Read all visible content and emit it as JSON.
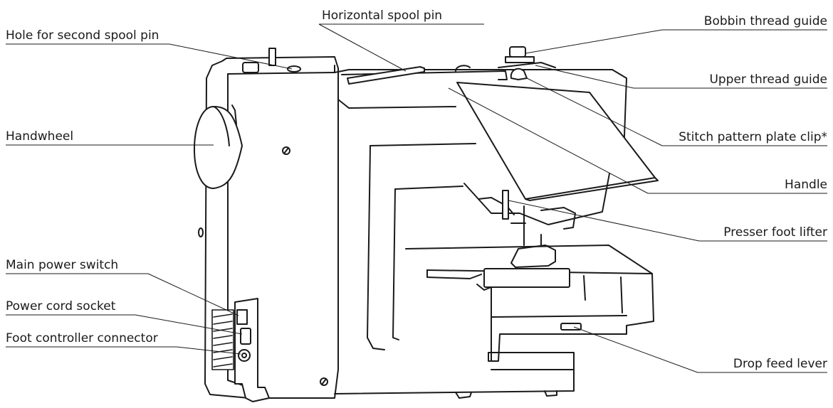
{
  "labels": {
    "hole_second_spool_pin": "Hole for second spool pin",
    "horizontal_spool_pin": "Horizontal spool pin",
    "bobbin_thread_guide": "Bobbin thread guide",
    "upper_thread_guide": "Upper thread guide",
    "handwheel": "Handwheel",
    "stitch_pattern_plate_clip": "Stitch pattern plate clip*",
    "handle": "Handle",
    "presser_foot_lifter": "Presser foot lifter",
    "main_power_switch": "Main power switch",
    "power_cord_socket": "Power cord socket",
    "foot_controller_connector": "Foot controller connector",
    "drop_feed_lever": "Drop feed lever"
  },
  "colors": {
    "line": "#1a1a1a",
    "machine_fill": "#ffffff"
  }
}
